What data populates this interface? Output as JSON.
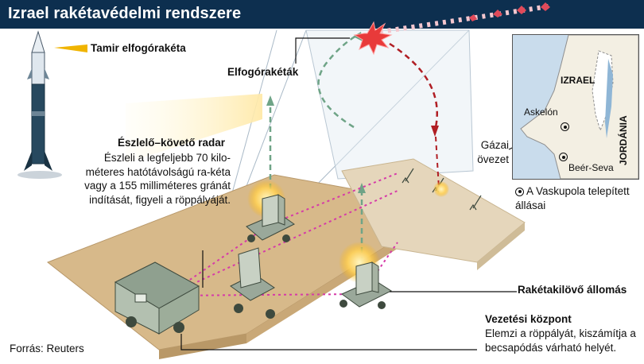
{
  "title": "Izrael rakétavédelmi rendszere",
  "labels": {
    "tamir": "Tamir elfogórakéta",
    "interceptors": "Elfogórakéták",
    "radar_title": "Észlelő–követő radar",
    "radar_desc": "Észleli a legfeljebb 70 kilo-méteres hatótávolságú ra-kéta vagy a 155 milliméteres gránát indítását, figyeli a röppályáját.",
    "launcher": "Rakétakilövő állomás",
    "command_title": "Vezetési központ",
    "command_desc": "Elemzi a röppályát, kiszámítja a becsapódás várható helyét.",
    "gaza_belt": "Gázai övezet",
    "legend": "A Vaskupola telepített állásai",
    "source": "Forrás: Reuters"
  },
  "map": {
    "israel": "IZRAEL",
    "jordan": "JORDÁNIA",
    "ashkelon": "Askelón",
    "beersheba": "Beér-Seva"
  },
  "colors": {
    "title_bg": "#0d2f4f",
    "interceptor_path": "#6fa487",
    "threat_path": "#b01e24",
    "radar_beam": "#d63aa8",
    "explosion": "#e83a3a"
  }
}
